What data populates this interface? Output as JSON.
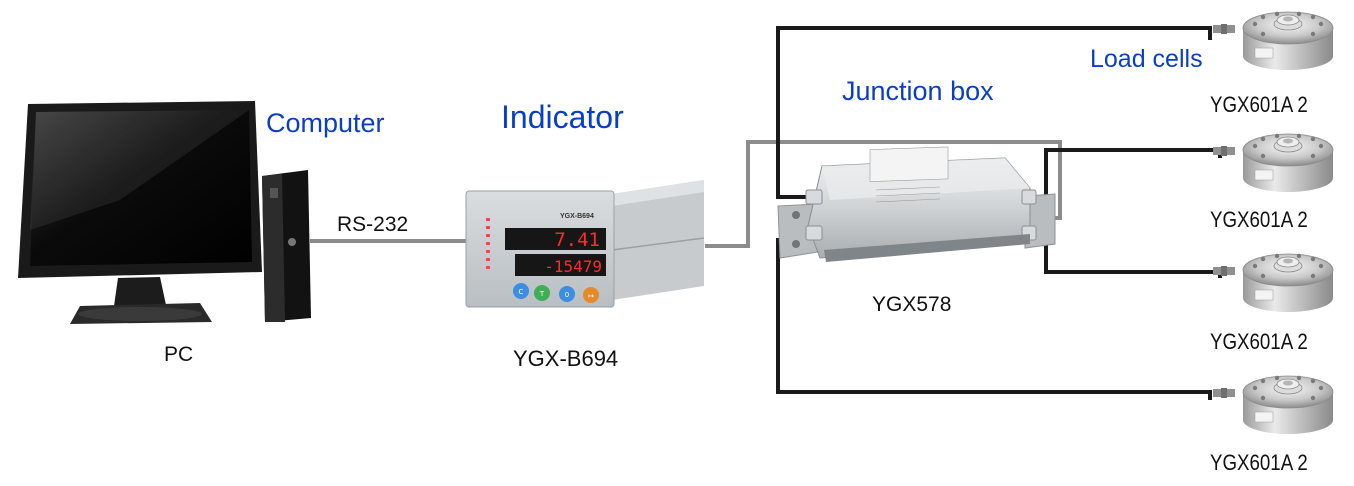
{
  "labels": {
    "computer": "Computer",
    "indicator": "Indicator",
    "junction_box": "Junction box",
    "load_cells": "Load cells",
    "rs232": "RS-232",
    "pc": "PC",
    "indicator_model": "YGX-B694",
    "junction_model": "YGX578"
  },
  "indicator_panel": {
    "brand_model": "YGX-B694",
    "display_top": "7.41",
    "display_bottom": "-15479"
  },
  "load_cells": [
    {
      "model": "YGX601A 2"
    },
    {
      "model": "YGX601A 2"
    },
    {
      "model": "YGX601A 2"
    },
    {
      "model": "YGX601A 2"
    }
  ],
  "colors": {
    "label_blue": "#0a3fc4",
    "cable_gray": "#8c8c8c",
    "cable_black": "#1a1a1a",
    "display_red": "#ff2a2a"
  }
}
